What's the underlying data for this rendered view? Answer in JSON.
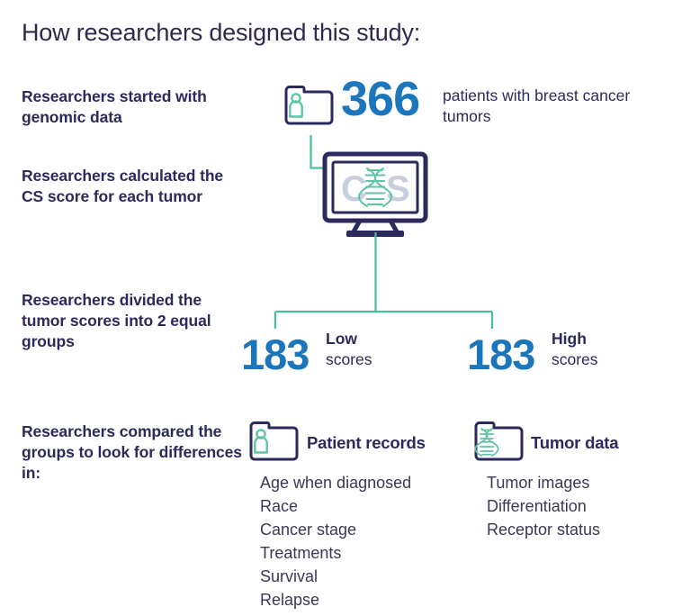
{
  "page": {
    "title": "How researchers designed this study:",
    "background": "#ffffff",
    "colors": {
      "navy": "#2b2a5c",
      "title_navy": "#2e2a4f",
      "blue_number": "#1c76bc",
      "teal_line": "#4bbd9b",
      "teal_icon": "#5ec4a4",
      "screen_letter": "#c7cfdf"
    }
  },
  "steps": [
    {
      "id": "step-1",
      "label": "Researchers started with genomic data"
    },
    {
      "id": "step-2",
      "label": "Researchers calculated the CS score for each tumor"
    },
    {
      "id": "step-3",
      "label": "Researchers divided the tumor scores into 2 equal groups"
    },
    {
      "id": "step-4",
      "label": "Researchers compared the groups to look for differences in:"
    }
  ],
  "cohort": {
    "icon": "folder-person-icon",
    "count": "366",
    "caption": "patients with breast cancer tumors"
  },
  "scoring": {
    "icon": "monitor-cs-icon",
    "screen_letters": [
      "C",
      "S"
    ],
    "screen_center_icon": "dna-helix-icon"
  },
  "groups": [
    {
      "id": "low",
      "count": "183",
      "kind": "Low",
      "word": "scores"
    },
    {
      "id": "high",
      "count": "183",
      "kind": "High",
      "word": "scores"
    }
  ],
  "data_columns": [
    {
      "id": "patient-records",
      "icon": "folder-person-icon",
      "title": "Patient records",
      "items": [
        "Age when diagnosed",
        "Race",
        "Cancer stage",
        "Treatments",
        "Survival",
        "Relapse"
      ]
    },
    {
      "id": "tumor-data",
      "icon": "folder-dna-icon",
      "title": "Tumor data",
      "items": [
        "Tumor images",
        "Differentiation",
        "Receptor status"
      ]
    }
  ]
}
